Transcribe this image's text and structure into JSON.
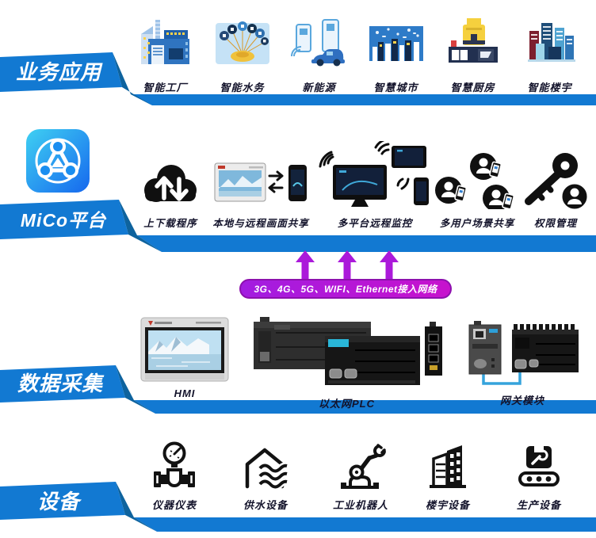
{
  "bands": [
    {
      "id": "business-apps",
      "label": "业务应用"
    },
    {
      "id": "mico-platform",
      "label": "MiCo平台"
    },
    {
      "id": "data-collection",
      "label": "数据采集"
    },
    {
      "id": "devices",
      "label": "设备"
    }
  ],
  "colors": {
    "band_blue": "#1279d2",
    "band_fold": "#0e639e",
    "network_purple": "#b316d6",
    "label_dark": "#13132b",
    "mico_icon_gradient": [
      "#3fd0f2",
      "#1668ee"
    ]
  },
  "business_apps": {
    "items": [
      {
        "label": "智能工厂",
        "icon": "smart-factory-icon"
      },
      {
        "label": "智能水务",
        "icon": "smart-water-icon"
      },
      {
        "label": "新能源",
        "icon": "new-energy-icon"
      },
      {
        "label": "智慧城市",
        "icon": "smart-city-icon"
      },
      {
        "label": "智慧厨房",
        "icon": "smart-kitchen-icon"
      },
      {
        "label": "智能楼宇",
        "icon": "smart-building-icon"
      }
    ]
  },
  "mico": {
    "app_icon": "mico-logo-icon",
    "features": [
      {
        "label": "上下载程序",
        "icon": "cloud-upload-download-icon"
      },
      {
        "label": "本地与远程画面共享",
        "icon": "hmi-phone-sync-icon"
      },
      {
        "label": "多平台远程监控",
        "icon": "multi-device-monitor-icon"
      },
      {
        "label": "多用户场景共享",
        "icon": "multi-user-share-icon"
      },
      {
        "label": "权限管理",
        "icon": "key-permission-icon"
      }
    ]
  },
  "network": {
    "banner_label": "3G、4G、5G、WIFI、Ethernet接入网络",
    "arrow_count": 3
  },
  "data_collection": {
    "items": [
      {
        "label": "HMI",
        "icon": "hmi-panel-image"
      },
      {
        "label": "以太网PLC",
        "icon": "ethernet-plc-image"
      },
      {
        "label": "网关模块",
        "icon": "gateway-module-image"
      }
    ]
  },
  "devices": {
    "items": [
      {
        "label": "仪器仪表",
        "icon": "gauge-valve-icon"
      },
      {
        "label": "供水设备",
        "icon": "water-supply-icon"
      },
      {
        "label": "工业机器人",
        "icon": "robot-arm-icon"
      },
      {
        "label": "楼宇设备",
        "icon": "building-equipment-icon"
      },
      {
        "label": "生产设备",
        "icon": "production-equipment-icon"
      }
    ]
  }
}
